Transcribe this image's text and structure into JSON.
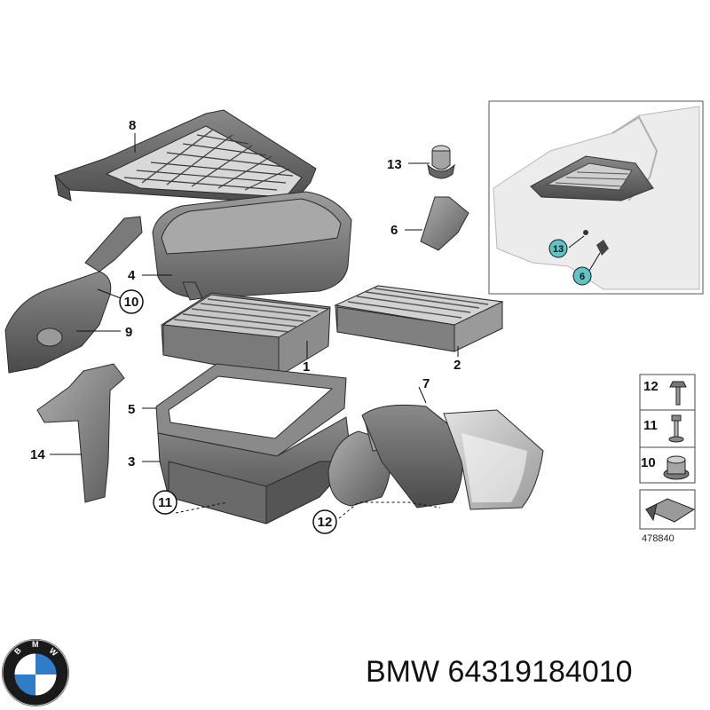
{
  "brand": {
    "logo_letters": "BMW",
    "colors": {
      "blue": "#2f7cc8",
      "ring": "#1a1a1a",
      "white": "#ffffff"
    }
  },
  "caption": {
    "brand": "BMW",
    "part_number": "64319184010"
  },
  "callouts": {
    "c1": "1",
    "c2": "2",
    "c3": "3",
    "c4": "4",
    "c5": "5",
    "c6": "6",
    "c7": "7",
    "c8": "8",
    "c9": "9",
    "c10": "10",
    "c11": "11",
    "c12": "12",
    "c13": "13",
    "c14": "14"
  },
  "inset": {
    "badge_13": "13",
    "badge_6": "6",
    "badge_color": "#5fc3c8"
  },
  "legend": {
    "items": [
      {
        "label": "12"
      },
      {
        "label": "11"
      },
      {
        "label": "10"
      }
    ],
    "reference": "478840"
  }
}
